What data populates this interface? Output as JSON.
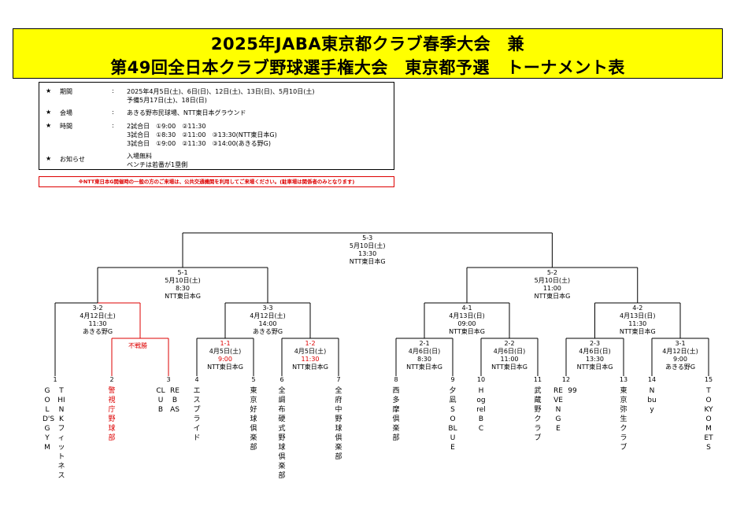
{
  "banner": {
    "title_line1": "2025年JABA東京都クラブ春季大会　兼",
    "title_line2": "第49回全日本クラブ野球選手権大会　東京都予選　トーナメント表"
  },
  "info": [
    {
      "label": "期間",
      "lines": [
        "2025年4月5日(土)、6日(日)、12日(土)、13日(日)、5月10日(土)",
        "予備5月17日(土)、18日(日)"
      ]
    },
    {
      "label": "会場",
      "lines": [
        "あきる野市民球場、NTT東日本グラウンド"
      ]
    },
    {
      "label": "時間",
      "lines": [
        "2試合日　①9:00　②11:30",
        "3試合日　①8:30　②11:00　③13:30(NTT東日本G)",
        "3試合日　①9:00　②11:30　③14:00(あきる野G)"
      ]
    },
    {
      "label": "お知らせ",
      "lines": [
        "入場無料",
        "ベンチは若番が1塁側"
      ]
    }
  ],
  "info_star": "★",
  "info_colon": ":",
  "notice": "※NTT東日本G開催時の一般の方のご来場は、公共交通機関を利用してご来場ください。(駐車場は関係者のみとなります)",
  "matches": [
    {
      "id": "5-3",
      "lines": [
        "5-3",
        "5月10日(土)",
        "13:30",
        "NTT東日本G"
      ],
      "red": false
    },
    {
      "id": "5-1",
      "lines": [
        "5-1",
        "5月10日(土)",
        "8:30",
        "NTT東日本G"
      ],
      "red": false
    },
    {
      "id": "5-2",
      "lines": [
        "5-2",
        "5月10日(土)",
        "11:00",
        "NTT東日本G"
      ],
      "red": false
    },
    {
      "id": "3-2",
      "lines": [
        "3-2",
        "4月12日(土)",
        "11:30",
        "あきる野G"
      ],
      "red": false
    },
    {
      "id": "3-3",
      "lines": [
        "3-3",
        "4月12日(土)",
        "14:00",
        "あきる野G"
      ],
      "red": false
    },
    {
      "id": "4-1",
      "lines": [
        "4-1",
        "4月13日(日)",
        "09:00",
        "NTT東日本G"
      ],
      "red": false
    },
    {
      "id": "4-2",
      "lines": [
        "4-2",
        "4月13日(日)",
        "11:30",
        "NTT東日本G"
      ],
      "red": false
    },
    {
      "id": "1-1",
      "lines": [
        "1-1",
        "4月5日(土)",
        "9:00",
        "NTT東日本G"
      ],
      "red": true
    },
    {
      "id": "1-2",
      "lines": [
        "1-2",
        "4月5日(土)",
        "11:30",
        "NTT東日本G"
      ],
      "red": true
    },
    {
      "id": "2-1",
      "lines": [
        "2-1",
        "4月6日(日)",
        "8:30",
        "NTT東日本G"
      ],
      "red": false
    },
    {
      "id": "2-2",
      "lines": [
        "2-2",
        "4月6日(日)",
        "11:00",
        "NTT東日本G"
      ],
      "red": false
    },
    {
      "id": "2-3",
      "lines": [
        "2-3",
        "4月6日(日)",
        "13:30",
        "NTT東日本G"
      ],
      "red": false
    },
    {
      "id": "3-1",
      "lines": [
        "3-1",
        "4月12日(土)",
        "9:00",
        "あきる野G"
      ],
      "red": false
    }
  ],
  "walkover_label": "不戦勝",
  "teams": [
    {
      "num": "1",
      "name": "GOLD'S GYM",
      "name2": "THINKフィットネス",
      "red": false
    },
    {
      "num": "2",
      "name": "警視庁野球部",
      "red": true
    },
    {
      "num": "3",
      "name": "CLUB",
      "name2": "REBAS",
      "red": false
    },
    {
      "num": "4",
      "name": "エスプライド",
      "red": false
    },
    {
      "num": "5",
      "name": "東京好球倶楽部",
      "red": false
    },
    {
      "num": "6",
      "name": "全調布硬式野球倶楽部",
      "red": false
    },
    {
      "num": "7",
      "name": "全府中野球倶楽部",
      "red": false
    },
    {
      "num": "8",
      "name": "西多摩倶楽部",
      "red": false
    },
    {
      "num": "9",
      "name": "夕凪SO BLUE",
      "red": false
    },
    {
      "num": "10",
      "name": "Hogrel BC",
      "red": false
    },
    {
      "num": "11",
      "name": "武蔵野クラブ",
      "red": false
    },
    {
      "num": "12",
      "name": "REVENGE",
      "name2": "99",
      "red": false
    },
    {
      "num": "13",
      "name": "東京弥生クラブ",
      "red": false
    },
    {
      "num": "14",
      "name": "Nbuy",
      "red": false
    },
    {
      "num": "15",
      "name": "TOKYO METS",
      "red": false
    }
  ]
}
